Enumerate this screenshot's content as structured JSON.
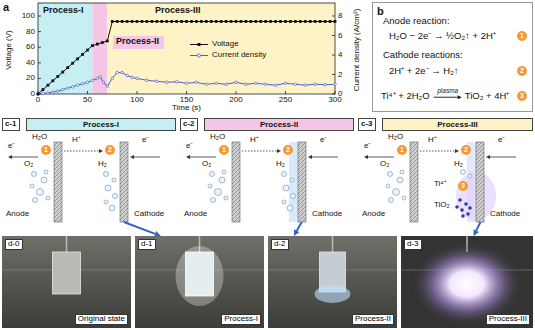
{
  "diagram": {
    "nodes": [
      {
        "text": [
          "Process-I"
        ]
      },
      {
        "text": [
          "Process-II"
        ]
      },
      {
        "text": [
          "Process-III"
        ]
      },
      {
        "text": [
          "b",
          "Anode reaction:",
          "H₂O − 2e⁻ → ½O₂↑ + 2H⁺",
          "1",
          "Cathode reactions:",
          "2H⁺ + 2e⁻ → H₂↑",
          "2",
          "Ti⁴⁺ + 2H₂O",
          "plasma",
          "TiO₂ + 4H⁺",
          "3"
        ]
      },
      {
        "text": [
          "c-1",
          "Process-I"
        ]
      },
      {
        "text": [
          "c-2",
          "Process-II"
        ]
      },
      {
        "text": [
          "c-3",
          "Process-III"
        ]
      },
      {
        "text": [
          "d-0",
          "Original state"
        ]
      },
      {
        "text": [
          "d-1",
          "Process-I"
        ]
      },
      {
        "text": [
          "d-2",
          "Process-II"
        ]
      },
      {
        "text": [
          "d-3",
          "Process-III"
        ]
      }
    ],
    "edges": [
      {
        "from": 4,
        "to": 8,
        "arrow": "to"
      },
      {
        "from": 5,
        "to": 9,
        "arrow": "to"
      },
      {
        "from": 6,
        "to": 10,
        "arrow": "to"
      }
    ],
    "labels": [
      "a",
      "Voltage (V)",
      "0",
      "20",
      "40",
      "60",
      "80",
      "100",
      "Current density (A/cm²)",
      "0",
      "2",
      "4",
      "6",
      "8",
      "0",
      "50",
      "100",
      "150",
      "200",
      "250",
      "300",
      "Time (s)",
      "H₂O",
      "e⁻",
      "1",
      "O₂",
      "H⁺",
      "e⁻",
      "2",
      "H₂",
      "Anode",
      "Cathode",
      "H₂O",
      "e⁻",
      "1",
      "O₂",
      "H⁺",
      "e⁻",
      "2",
      "H₂",
      "Anode",
      "Cathode",
      "H₂O",
      "e⁻",
      "1",
      "O₂",
      "H⁺",
      "e⁻",
      "2",
      "H₂",
      "Anode",
      "Cathode",
      "Ti⁴⁺",
      "3",
      "TiO₂"
    ],
    "legend": [
      {
        "text": "Voltage"
      },
      {
        "text": "Current density"
      }
    ]
  }
}
